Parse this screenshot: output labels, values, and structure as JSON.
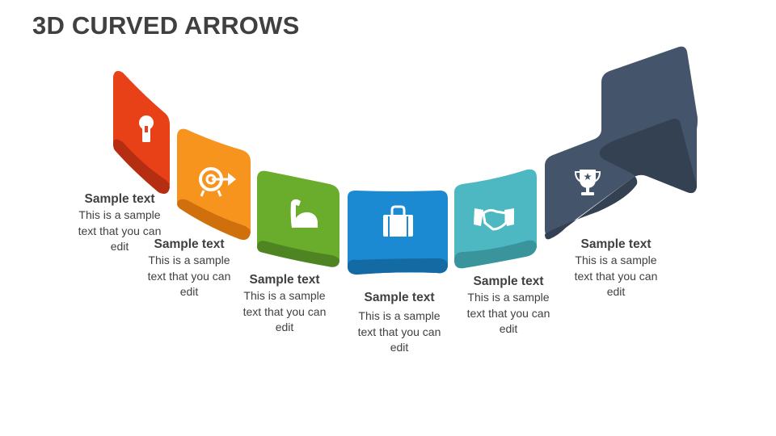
{
  "title": "3D CURVED ARROWS",
  "colors": {
    "step1": "#e84117",
    "step1_dark": "#b52e12",
    "step2": "#f7941d",
    "step2_dark": "#d0700c",
    "step3": "#6aad2d",
    "step3_dark": "#4f8423",
    "step4": "#1b8ad3",
    "step4_dark": "#146aa3",
    "step5": "#4db8c2",
    "step5_dark": "#3a949c",
    "step6": "#44546a",
    "step6_dark": "#344152",
    "text": "#404040"
  },
  "steps": [
    {
      "icon": "lightbulb-icon",
      "heading": "Sample text",
      "body": "This is a sample text that you can edit"
    },
    {
      "icon": "target-icon",
      "heading": "Sample text",
      "body": "This is a sample text that you can edit"
    },
    {
      "icon": "flexed-bicep-icon",
      "heading": "Sample text",
      "body": "This is a sample text that you can edit"
    },
    {
      "icon": "briefcase-icon",
      "heading": "Sample text",
      "body": "This is a sample text that you can edit"
    },
    {
      "icon": "handshake-icon",
      "heading": "Sample text",
      "body": "This is a sample text that you can edit"
    },
    {
      "icon": "trophy-icon",
      "heading": "Sample text",
      "body": "This is a sample text that you can edit"
    }
  ]
}
